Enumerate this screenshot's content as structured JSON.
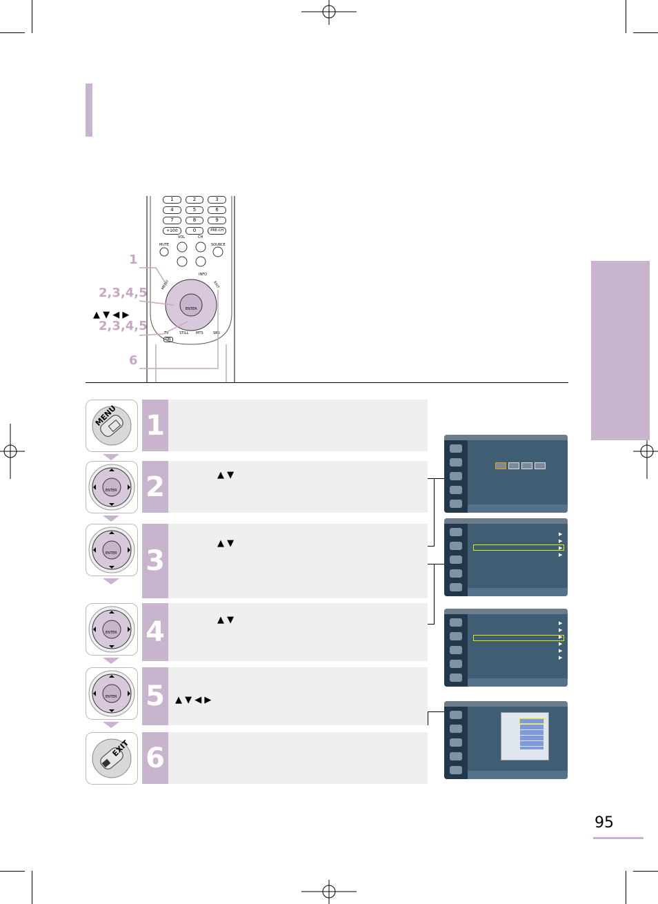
{
  "callouts": {
    "c1": "1",
    "c2": "2,3,4,5",
    "c3_arrows": "▲ ▼ ◀ ▶",
    "c3": "2,3,4,5",
    "c4": "6"
  },
  "remote": {
    "num_keys": [
      "1",
      "2",
      "3",
      "4",
      "5",
      "6",
      "7",
      "8",
      "9",
      "+100",
      "0",
      "PRE-CH"
    ],
    "vol": "VOL",
    "ch": "CH",
    "mute": "MUTE",
    "source": "SOURCE",
    "info": "INFO",
    "menu": "MENU",
    "exit": "EXIT",
    "enter": "ENTER",
    "tv": "TV",
    "on": "ON",
    "still": "STILL",
    "mts": "MTS",
    "srs": "SRS"
  },
  "steps": [
    {
      "num": "1",
      "icon": "MENU",
      "arrows": ""
    },
    {
      "num": "2",
      "icon": "ENTER",
      "arrows": "▲ ▼"
    },
    {
      "num": "3",
      "icon": "ENTER",
      "arrows": "▲ ▼"
    },
    {
      "num": "4",
      "icon": "ENTER",
      "arrows": "▲ ▼"
    },
    {
      "num": "5",
      "icon": "ENTER",
      "arrows": "▲ ▼ ◀ ▶"
    },
    {
      "num": "6",
      "icon": "EXIT",
      "arrows": ""
    }
  ],
  "page_number": "95",
  "colors": {
    "accent": "#c8b4cc",
    "osd_bg": "#3f5e74",
    "osd_highlight": "#e8e800"
  }
}
